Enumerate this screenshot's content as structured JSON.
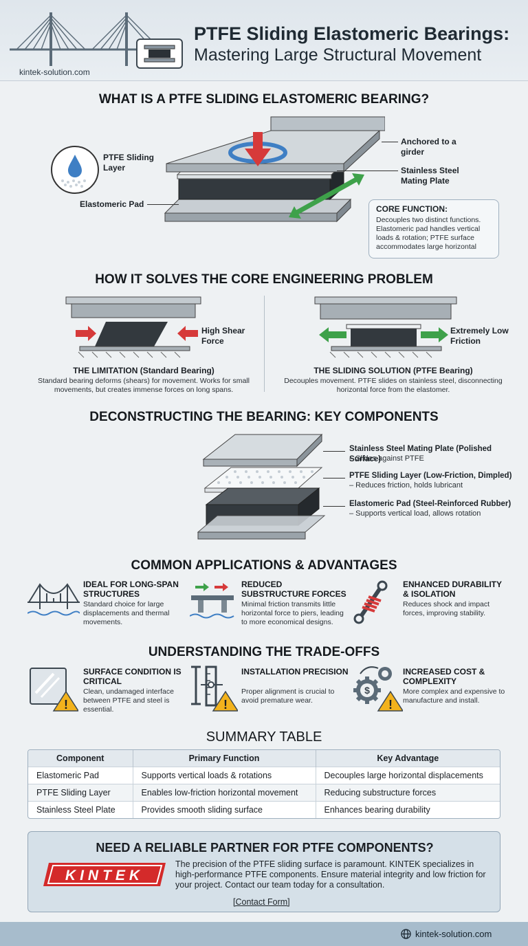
{
  "header": {
    "title_line1": "PTFE Sliding Elastomeric Bearings:",
    "title_line2": "Mastering Large Structural Movement",
    "site": "kintek-solution.com"
  },
  "what_is": {
    "heading": "WHAT IS A PTFE SLIDING ELASTOMERIC BEARING?",
    "label_ptfe": "PTFE Sliding Layer",
    "label_pad": "Elastomeric Pad",
    "label_anchored": "Anchored to a girder",
    "label_steel": "Stainless Steel Mating Plate",
    "core_title": "CORE FUNCTION:",
    "core_text": "Decouples two distinct functions. Elastomeric pad handles vertical loads & rotation; PTFE surface accommodates large horizontal"
  },
  "problem": {
    "heading": "HOW IT SOLVES THE CORE ENGINEERING PROBLEM",
    "shear_label": "High Shear Force",
    "friction_label": "Extremely Low Friction",
    "left_title": "THE LIMITATION (Standard Bearing)",
    "left_text": "Standard bearing deforms (shears) for movement. Works for small movements, but creates immense forces on long spans.",
    "right_title": "THE SLIDING SOLUTION (PTFE Bearing)",
    "right_text": "Decouples movement. PTFE slides on stainless steel, disconnecting horizontal force from the elastomer."
  },
  "components": {
    "heading": "DECONSTRUCTING THE BEARING: KEY COMPONENTS",
    "items": [
      {
        "title": "Stainless Steel Mating Plate (Polished Surface)",
        "desc": "– Slides against PTFE"
      },
      {
        "title": "PTFE Sliding Layer (Low-Friction, Dimpled)",
        "desc": "– Reduces friction, holds lubricant"
      },
      {
        "title": "Elastomeric Pad (Steel-Reinforced Rubber)",
        "desc": "– Supports vertical load, allows rotation"
      }
    ]
  },
  "applications": {
    "heading": "COMMON APPLICATIONS & ADVANTAGES",
    "items": [
      {
        "title": "IDEAL FOR LONG-SPAN STRUCTURES",
        "text": "Standard choice for large displacements and thermal movements.",
        "icon": "suspension-bridge-icon"
      },
      {
        "title": "REDUCED SUBSTRUCTURE FORCES",
        "text": "Minimal friction transmits little horizontal force to piers, leading to more economical designs.",
        "icon": "pier-arrows-icon"
      },
      {
        "title": "ENHANCED DURABILITY & ISOLATION",
        "text": "Reduces shock and impact forces, improving stability.",
        "icon": "shock-absorber-icon"
      }
    ]
  },
  "tradeoffs": {
    "heading": "UNDERSTANDING THE TRADE-OFFS",
    "items": [
      {
        "title": "SURFACE CONDITION IS CRITICAL",
        "text": "Clean, undamaged interface between PTFE and steel is essential.",
        "icon": "glass-surface-warning-icon"
      },
      {
        "title": "INSTALLATION PRECISION",
        "text": "Proper alignment is crucial to avoid premature wear.",
        "icon": "alignment-warning-icon"
      },
      {
        "title": "INCREASED COST & COMPLEXITY",
        "text": "More complex and expensive to manufacture and install.",
        "icon": "gears-cost-warning-icon"
      }
    ]
  },
  "summary": {
    "heading": "SUMMARY TABLE",
    "columns": [
      "Component",
      "Primary Function",
      "Key Advantage"
    ],
    "rows": [
      [
        "Elastomeric Pad",
        "Supports vertical loads & rotations",
        "Decouples large horizontal displacements"
      ],
      [
        "PTFE Sliding Layer",
        "Enables low-friction horizontal movement",
        "Reducing substructure forces"
      ],
      [
        "Stainless Steel Plate",
        "Provides smooth sliding surface",
        "Enhances bearing durability"
      ]
    ]
  },
  "cta": {
    "title": "NEED A RELIABLE PARTNER FOR PTFE COMPONENTS?",
    "text": "The precision of the PTFE sliding surface is paramount. KINTEK specializes in high-performance PTFE components. Ensure material integrity and low friction for your project. Contact our team today for a consultation.",
    "link": "[Contact Form]",
    "logo": "KINTEK"
  },
  "footer": {
    "site": "kintek-solution.com"
  },
  "colors": {
    "accent_red": "#d63a3a",
    "accent_green": "#3ea14a",
    "accent_blue": "#3f7fc4",
    "warning_yellow": "#f2b21c"
  }
}
